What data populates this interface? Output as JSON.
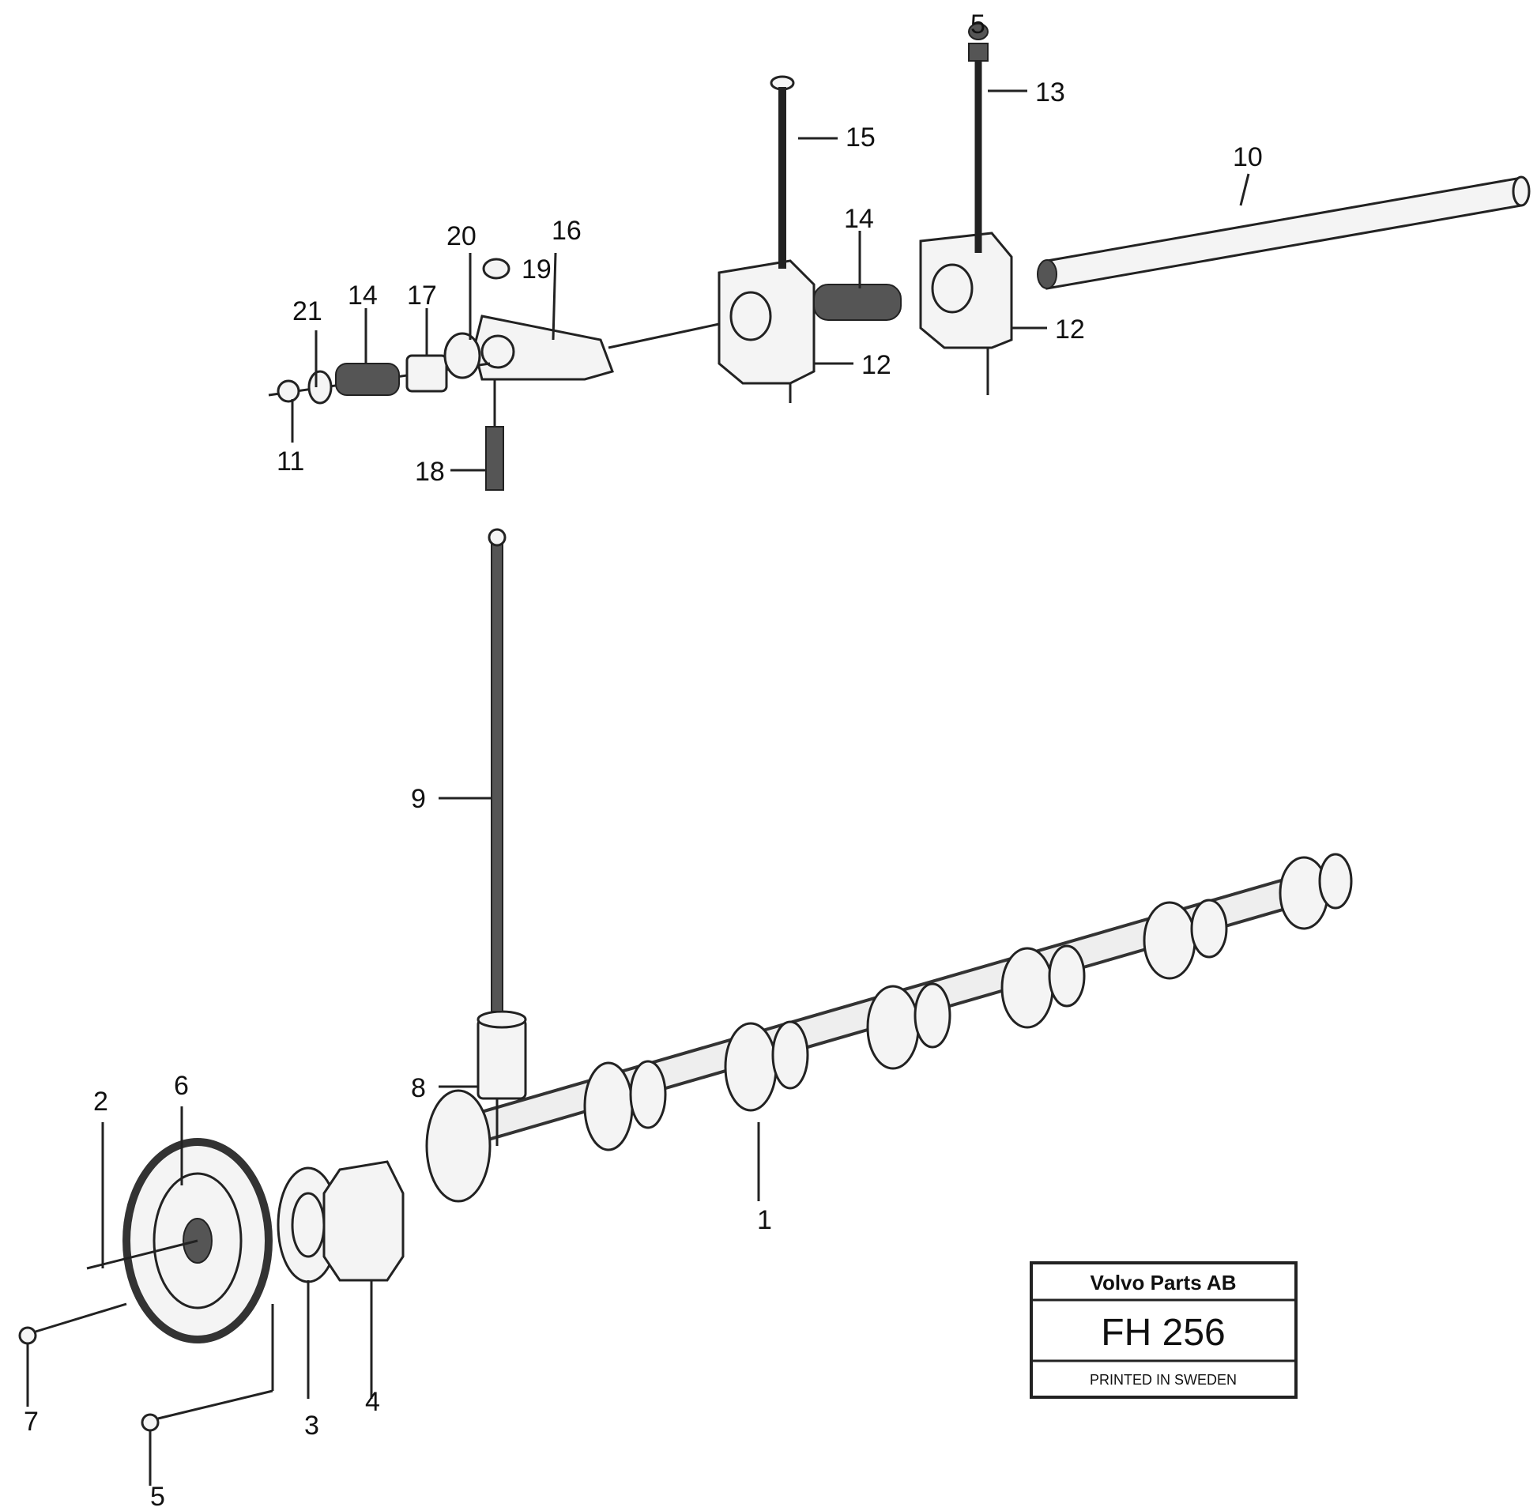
{
  "callouts": {
    "c1": "1",
    "c2": "2",
    "c3": "3",
    "c4": "4",
    "c5": "5",
    "c6": "6",
    "c7": "7",
    "c8": "8",
    "c9": "9",
    "c10": "10",
    "c11": "11",
    "c12a": "12",
    "c12b": "12",
    "c13": "13",
    "c14a": "14",
    "c14b": "14",
    "c15": "15",
    "c16": "16",
    "c17": "17",
    "c18": "18",
    "c19": "19",
    "c20": "20",
    "c21": "21"
  },
  "title_box": {
    "company": "Volvo Parts AB",
    "code": "FH 256",
    "printed": "PRINTED IN SWEDEN"
  }
}
